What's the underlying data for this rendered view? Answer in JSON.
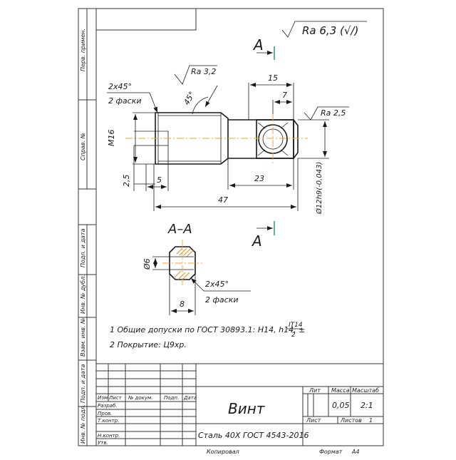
{
  "roughness_general": "Ra 6,3 (√/)",
  "section_letter": "A",
  "view": {
    "chamfer_left": [
      "2x45°",
      "2 фаски"
    ],
    "roughness_top": "Ra 3,2",
    "angle": "45°",
    "thread": "M16",
    "dim_15": "15",
    "dim_7": "7",
    "roughness_right": "Ra 2,5",
    "dim_2_5": "2,5",
    "dim_5": "5",
    "dim_23": "23",
    "dim_47": "47",
    "diameter": "Ø12h9(-0,043)"
  },
  "section": {
    "title": "А–А",
    "diam_6": "Ø6",
    "chamfer": [
      "2x45°",
      "2 фаски"
    ],
    "dim_8": "8"
  },
  "notes": {
    "note1": "1 Общие допуски по ГОСТ 30893.1: H14, h14, ±",
    "frac_num": "IT14",
    "frac_den": "2",
    "note2": "2 Покрытие: Ц9хр."
  },
  "side_stamps": [
    "Перв. примен.",
    "Справ. №",
    "Подп. и дата",
    "Инв. № дубл.",
    "Взам. инв. №",
    "Подп. и дата",
    "Инв. № подл."
  ],
  "title_block": {
    "cols": [
      "Изм",
      "Лист",
      "№ докум.",
      "Подп.",
      "Дата"
    ],
    "rows": [
      "Разраб.",
      "Пров.",
      "Т.контр.",
      "",
      "Н.контр.",
      "Утв."
    ],
    "name": "Винт",
    "material": "Сталь 40Х ГОСТ 4543-2016",
    "lit_label": "Лит",
    "mass_label": "Масса",
    "scale_label": "Масштаб",
    "mass": "0,05",
    "scale": "2:1",
    "sheet_label": "Лист",
    "sheets_label": "Листов",
    "sheets": "1"
  },
  "footer": {
    "copied": "Копировал",
    "format": "Формат",
    "format_value": "А4"
  }
}
